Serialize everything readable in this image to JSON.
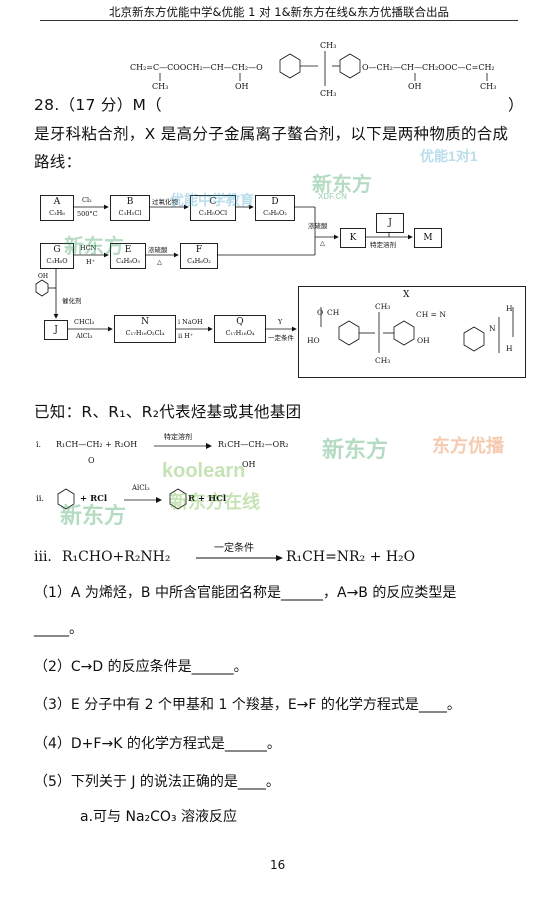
{
  "header": "北京新东方优能中学&优能 1 对 1&新东方在线&东方优播联合出品",
  "question_header": "28.（17 分）M（",
  "question_close": "）",
  "intro_line1": "是牙科粘合剂，X 是高分子金属离子螯合剂，以下是两种物质的合成",
  "intro_line2": "路线：",
  "m_structure_labels": {
    "left": "CH₂=C—COOCH₂—CH—CH₂—O",
    "ch3": "CH₃",
    "oh": "OH",
    "right": "O—CH₂—CH—CH₂OOC—C=CH₂"
  },
  "scheme": {
    "A": {
      "label": "A",
      "formula": "C₃H₆"
    },
    "B": {
      "label": "B",
      "formula": "C₃H₅Cl"
    },
    "C": {
      "label": "C",
      "formula": "C₃H₅OCl"
    },
    "D": {
      "label": "D",
      "formula": "C₃H₆O₂"
    },
    "G": {
      "label": "G",
      "formula": "C₃H₆O"
    },
    "E": {
      "label": "E",
      "formula": "C₄H₈O₃"
    },
    "F": {
      "label": "F",
      "formula": "C₄H₆O₂"
    },
    "J_top": {
      "label": "J"
    },
    "K": {
      "label": "K"
    },
    "M": {
      "label": "M"
    },
    "J_bottom": {
      "label": "J"
    },
    "N": {
      "label": "N",
      "formula": "C₁₇H₁₆O₂Cl₄"
    },
    "Q": {
      "label": "Q",
      "formula": "C₁₇H₁₆O₄"
    },
    "arrow_ab_top": "Cl₂",
    "arrow_ab_bot": "500°C",
    "arrow_bc": "过氧化物",
    "arrow_ge_top": "HCN",
    "arrow_ge_bot": "H⁺",
    "arrow_ef_top": "浓硫酸",
    "arrow_ef_bot": "△",
    "arrow_dk_top": "浓硫酸",
    "arrow_dk_bot": "△",
    "arrow_km": "特定溶剂",
    "arrow_phenol": "催化剂",
    "arrow_jn_top": "CHCl₃",
    "arrow_jn_bot": "AlCl₃",
    "arrow_nq_top": "i NaOH",
    "arrow_nq_bot": "ii  H⁺",
    "arrow_qx_top": "Y",
    "arrow_qx_bot": "一定条件",
    "X_label": "X"
  },
  "known_title": "已知：R、R₁、R₂代表烃基或其他基团",
  "rxn_i_label": "i.",
  "rxn_i_left": "R₁CH—CH₂ + R₂OH",
  "rxn_i_cond": "特定溶剂",
  "rxn_i_right": "R₁CH—CH₂—OR₂",
  "rxn_i_oh": "OH",
  "rxn_ii_label": "ii.",
  "rxn_ii_mid": "+ RCl",
  "rxn_ii_cond": "AlCl₃",
  "rxn_ii_right": "R + HCl",
  "rxn_iii_label": "iii.",
  "rxn_iii_left": "R₁CHO+R₂NH₂",
  "rxn_iii_cond": "一定条件",
  "rxn_iii_right": "R₁CH=NR₂ + H₂O",
  "q1a": "（1）A 为烯烃，B 中所含官能团名称是______，A→B 的反应类型是",
  "q1b": "_____。",
  "q2": "（2）C→D 的反应条件是______。",
  "q3": "（3）E 分子中有 2 个甲基和 1 个羧基，E→F 的化学方程式是____。",
  "q4": "（4）D+F→K 的化学方程式是______。",
  "q5": "（5）下列关于 J 的说法正确的是____。",
  "q5a": "a.可与 Na₂CO₃ 溶液反应",
  "page_number": "16",
  "watermarks": [
    "新东方",
    "XDF.CN",
    "优能中学教育",
    "优能1对1",
    "新东方",
    "东方优播",
    "koolearn",
    "新东方在线",
    "新东方"
  ]
}
